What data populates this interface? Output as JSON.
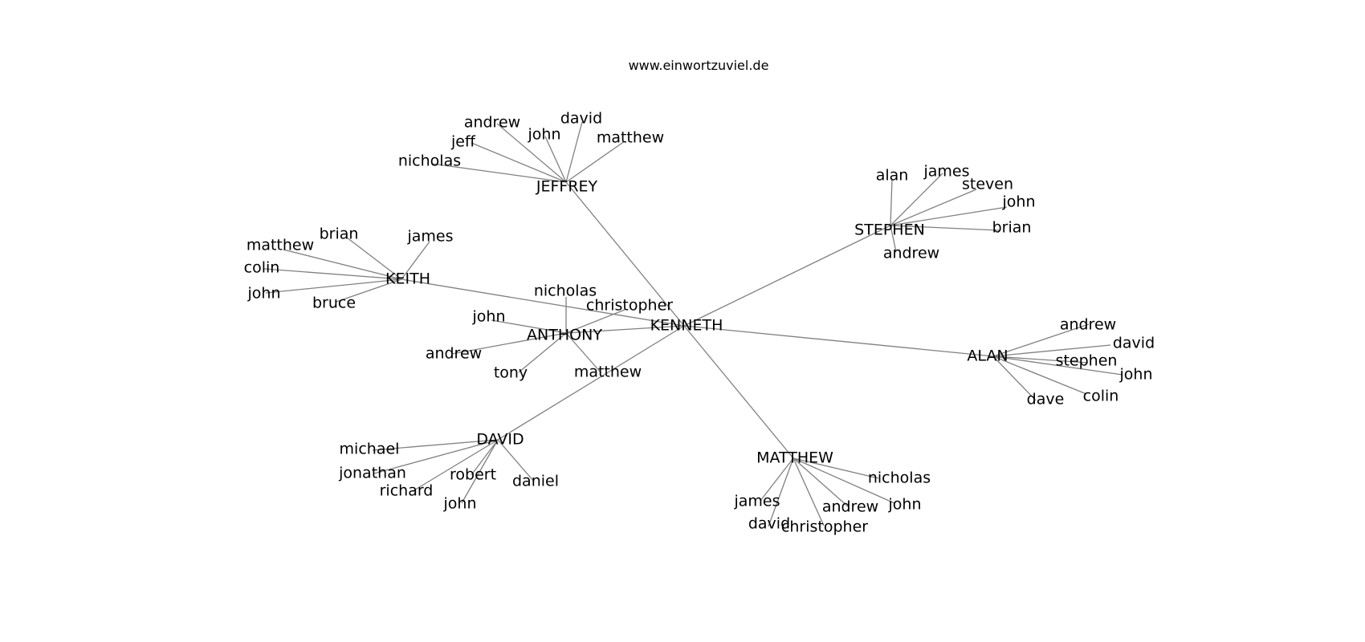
{
  "header": {
    "site": "www.einwortzuviel.de"
  },
  "graph": {
    "center": "KENNETH",
    "hubs": [
      {
        "id": "jeffrey",
        "name": "JEFFREY",
        "leaves": [
          "andrew",
          "david",
          "jeff",
          "john",
          "matthew",
          "nicholas"
        ]
      },
      {
        "id": "stephen",
        "name": "STEPHEN",
        "leaves": [
          "alan",
          "james",
          "steven",
          "john",
          "brian",
          "andrew"
        ]
      },
      {
        "id": "keith",
        "name": "KEITH",
        "leaves": [
          "brian",
          "james",
          "matthew",
          "colin",
          "john",
          "bruce"
        ]
      },
      {
        "id": "anthony",
        "name": "ANTHONY",
        "leaves": [
          "nicholas",
          "christopher",
          "john",
          "andrew",
          "tony",
          "matthew"
        ]
      },
      {
        "id": "alan",
        "name": "ALAN",
        "leaves": [
          "andrew",
          "david",
          "stephen",
          "john",
          "dave",
          "colin"
        ]
      },
      {
        "id": "david",
        "name": "DAVID",
        "leaves": [
          "michael",
          "jonathan",
          "robert",
          "daniel",
          "richard",
          "john"
        ]
      },
      {
        "id": "matthew",
        "name": "MATTHEW",
        "leaves": [
          "nicholas",
          "james",
          "andrew",
          "john",
          "david",
          "christopher"
        ]
      }
    ]
  }
}
